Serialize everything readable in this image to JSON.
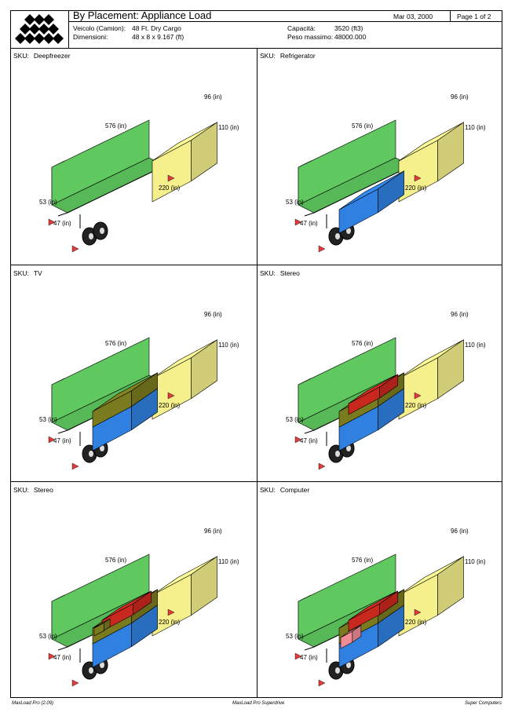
{
  "header": {
    "title": "By Placement: Appliance Load",
    "date": "Mar 03, 2000",
    "page": "Page 1 of 2",
    "vehicle_label": "Veicolo (Camion):",
    "vehicle_value": "48 Ft. Dry Cargo",
    "dimensions_label": "Dimensioni:",
    "dimensions_value": "48 x 8 x 9.167 (ft)",
    "capacity_label": "Capacità:",
    "capacity_value": "3520 (ft3)",
    "max_weight_label": "Peso massimo:",
    "max_weight_value": "48000.000"
  },
  "panels": [
    {
      "sku_label": "SKU:",
      "sku": "Deepfreezer",
      "dims": {
        "length": "576 (in)",
        "height": "110 (in)",
        "width": "96 (in)",
        "loaded": "220 (in)",
        "side": "53 (in)",
        "bottom": "47 (in)"
      },
      "layers": [
        "yellow"
      ]
    },
    {
      "sku_label": "SKU:",
      "sku": "Refrigerator",
      "dims": {
        "length": "576 (in)",
        "height": "110 (in)",
        "width": "96 (in)",
        "loaded": "220 (in)",
        "side": "53 (in)",
        "bottom": "47 (in)"
      },
      "layers": [
        "yellow",
        "blue"
      ]
    },
    {
      "sku_label": "SKU:",
      "sku": "TV",
      "dims": {
        "length": "576 (in)",
        "height": "110 (in)",
        "width": "96 (in)",
        "loaded": "220 (in)",
        "side": "53 (in)",
        "bottom": "47 (in)"
      },
      "layers": [
        "yellow",
        "blue",
        "olive"
      ]
    },
    {
      "sku_label": "SKU:",
      "sku": "Stereo",
      "dims": {
        "length": "576 (in)",
        "height": "110 (in)",
        "width": "96 (in)",
        "loaded": "220 (in)",
        "side": "53 (in)",
        "bottom": "47 (in)"
      },
      "layers": [
        "yellow",
        "blue",
        "olive",
        "red"
      ]
    },
    {
      "sku_label": "SKU:",
      "sku": "Stereo",
      "dims": {
        "length": "576 (in)",
        "height": "110 (in)",
        "width": "96 (in)",
        "loaded": "220 (in)",
        "side": "53 (in)",
        "bottom": "47 (in)"
      },
      "layers": [
        "yellow",
        "blue",
        "olive",
        "red",
        "olive-small"
      ]
    },
    {
      "sku_label": "SKU:",
      "sku": "Computer",
      "dims": {
        "length": "576 (in)",
        "height": "110 (in)",
        "width": "96 (in)",
        "loaded": "220 (in)",
        "side": "53 (in)",
        "bottom": "47 (in)"
      },
      "layers": [
        "yellow",
        "blue",
        "olive",
        "red",
        "pink"
      ]
    }
  ],
  "colors": {
    "trailer_floor": "#5fc85f",
    "yellow": "#f5f08c",
    "blue": "#2f80e0",
    "olive": "#7a7a1e",
    "red": "#c8281e",
    "pink": "#f08c96",
    "marker": "#e03c3c"
  },
  "footer": {
    "left": "MaxLoad Pro (2.09)",
    "center": "MaxLoad Pro Superdrive",
    "right": "Super Computers"
  }
}
